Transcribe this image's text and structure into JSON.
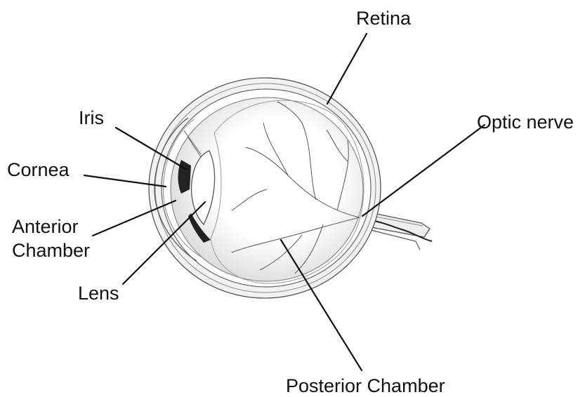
{
  "labels": {
    "retina": "Retina",
    "optic_nerve": "Optic nerve",
    "iris": "Iris",
    "cornea": "Cornea",
    "anterior_chamber_line1": "Anterior",
    "anterior_chamber_line2": "Chamber",
    "lens": "Lens",
    "posterior_chamber": "Posterior Chamber"
  },
  "colors": {
    "line": "#111111",
    "outline": "#555555",
    "vessel": "#444444",
    "shading": "#e6e6e6",
    "background": "#ffffff"
  }
}
